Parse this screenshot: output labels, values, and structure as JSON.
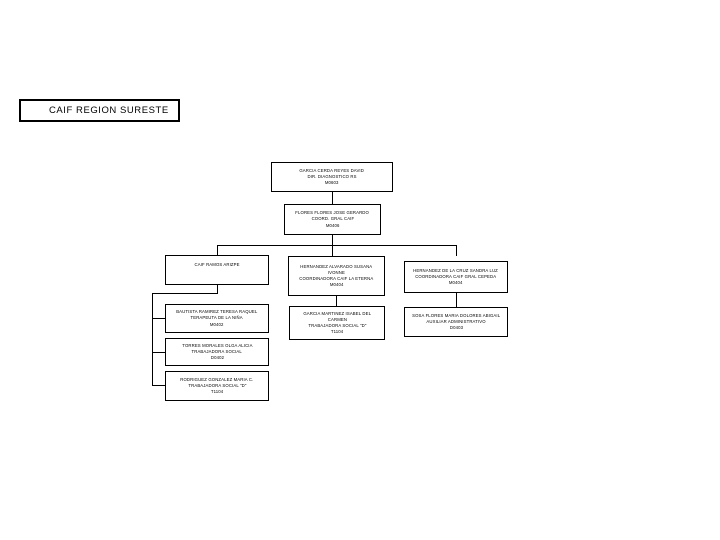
{
  "page": {
    "background_color": "#ffffff",
    "line_color": "#000000",
    "text_color": "#000000"
  },
  "title_box": {
    "label": "CAIF REGION SURESTE"
  },
  "chart_data": {
    "type": "diagram",
    "diagram_kind": "organizational-chart",
    "title": "CAIF REGION SURESTE",
    "orientation": "top-down",
    "nodes": [
      {
        "id": "n1",
        "level": 1,
        "lines": [
          "GARCIA CERDA REYES DAVID",
          "DIR. DIAGNOSTICO RS",
          "M0603"
        ]
      },
      {
        "id": "n2",
        "level": 2,
        "lines": [
          "FLORES FLORES JOSE GERARDO",
          "COORD. GRAL CAIF",
          "M0406"
        ]
      },
      {
        "id": "n3",
        "level": 3,
        "lines": [
          "CAIF RAMOS ARIZPE"
        ]
      },
      {
        "id": "n4",
        "level": 3,
        "lines": [
          "HERNANDEZ ALVARADO SUSANA",
          "IVONNE",
          "COORDINADORA CAIF LA ETERNA",
          "M0404"
        ]
      },
      {
        "id": "n5",
        "level": 3,
        "lines": [
          "HERNANDEZ DE LA CRUZ SANDRA LUZ",
          "COORDINADORA CAIF GRAL CEPEDA",
          "M0404"
        ]
      },
      {
        "id": "n6",
        "level": 4,
        "lines": [
          "BAUTISTA RAMIREZ TERESA RAQUEL",
          "TERAPEUTA DE LA NIÑA",
          "M0402"
        ]
      },
      {
        "id": "n7",
        "level": 4,
        "lines": [
          "TORRES MORALES OLGA ALICIA",
          "TRABAJADORA SOCIAL",
          "D0402"
        ]
      },
      {
        "id": "n8",
        "level": 4,
        "lines": [
          "RODRIGUEZ GONZALEZ MARIA C.",
          "TRABAJADORA SOCIAL \"D\"",
          "T1104"
        ]
      },
      {
        "id": "n9",
        "level": 4,
        "lines": [
          "GARCIA MARTINEZ ISABEL DEL",
          "CARMEN",
          "TRABAJADORA SOCIAL \"D\"",
          "T1104"
        ]
      },
      {
        "id": "n10",
        "level": 4,
        "lines": [
          "SOSA FLORES MARIA DOLORES ABIGAIL",
          "AUXILIAR ADMINISTRATIVO",
          "D0403"
        ]
      }
    ],
    "edges": [
      {
        "from": "n1",
        "to": "n2",
        "style": "straight-vertical"
      },
      {
        "from": "n2",
        "to": "n3",
        "style": "bus-branch"
      },
      {
        "from": "n2",
        "to": "n4",
        "style": "bus-branch"
      },
      {
        "from": "n2",
        "to": "n5",
        "style": "bus-branch"
      },
      {
        "from": "n3",
        "to": "n6",
        "style": "elbow-left-spine"
      },
      {
        "from": "n3",
        "to": "n7",
        "style": "elbow-left-spine"
      },
      {
        "from": "n3",
        "to": "n8",
        "style": "elbow-left-spine"
      },
      {
        "from": "n4",
        "to": "n9",
        "style": "straight-vertical"
      },
      {
        "from": "n5",
        "to": "n10",
        "style": "straight-vertical"
      }
    ]
  }
}
